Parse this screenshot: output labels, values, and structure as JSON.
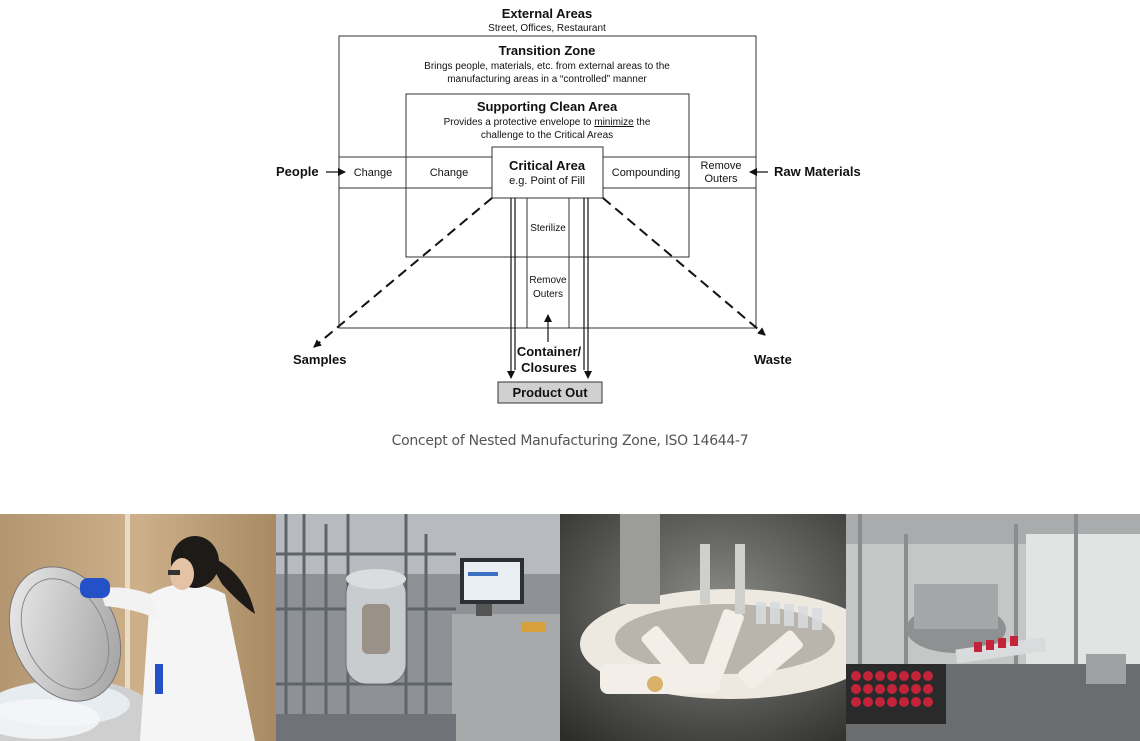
{
  "diagram": {
    "external": {
      "title": "External Areas",
      "subtitle": "Street, Offices, Restaurant"
    },
    "transition": {
      "title": "Transition Zone",
      "desc_1": "Brings people, materials, etc. from external areas to the",
      "desc_2": "manufacturing areas in a “controlled” manner"
    },
    "supporting": {
      "title": "Supporting Clean Area",
      "desc_1_pre": "Provides a protective envelope to ",
      "desc_1_em": "minimize",
      "desc_1_post": " the",
      "desc_2": "challenge to the Critical Areas"
    },
    "critical": {
      "title": "Critical Area",
      "subtitle": "e.g. Point of Fill"
    },
    "cells": {
      "change_outer": "Change",
      "change_inner": "Change",
      "compounding": "Compounding",
      "remove_outers_right_1": "Remove",
      "remove_outers_right_2": "Outers",
      "sterilize": "Sterilize",
      "remove_outers_bottom_1": "Remove",
      "remove_outers_bottom_2": "Outers"
    },
    "flows": {
      "people": "People",
      "raw_materials": "Raw Materials",
      "samples": "Samples",
      "waste": "Waste",
      "container_1": "Container/",
      "container_2": "Closures",
      "product_out": "Product Out"
    }
  },
  "caption": "Concept of Nested Manufacturing Zone, ISO 14644-7",
  "photos": [
    {
      "icon": "lab-worker-cryo-tank-photo"
    },
    {
      "icon": "bioreactor-equipment-photo"
    },
    {
      "icon": "vial-filling-machine-photo"
    },
    {
      "icon": "aseptic-filling-line-photo"
    }
  ],
  "colors": {
    "line": "#333333",
    "product_box": "#d0d0d0",
    "caption": "#555555"
  }
}
